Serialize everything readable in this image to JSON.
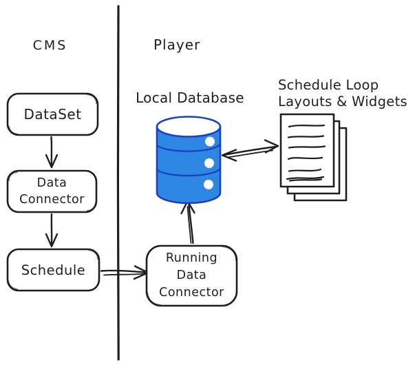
{
  "regions": {
    "cms": {
      "label": "CMS"
    },
    "player": {
      "label": "Player"
    }
  },
  "nodes": {
    "dataset": {
      "label": "DataSet"
    },
    "data_connector": {
      "line1": "Data",
      "line2": "Connector"
    },
    "schedule": {
      "label": "Schedule"
    },
    "running_data_connector": {
      "line1": "Running",
      "line2": "Data",
      "line3": "Connector"
    }
  },
  "labels": {
    "local_database": "Local Database",
    "documents_line1": "Schedule Loop",
    "documents_line2": "Layouts & Widgets"
  },
  "colors": {
    "ink": "#1e1e1e",
    "db_fill": "#2e87e3",
    "db_stroke": "#1b41c4",
    "background": "#ffffff"
  }
}
